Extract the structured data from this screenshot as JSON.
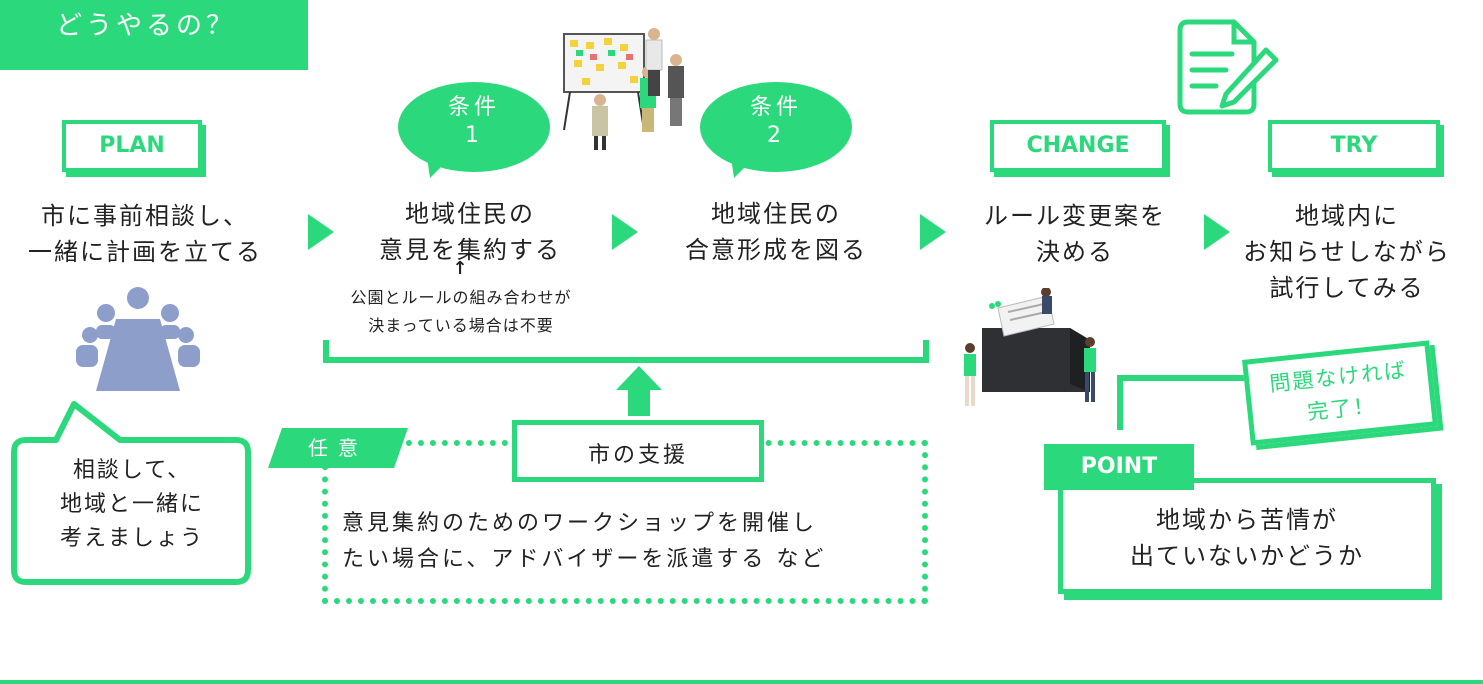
{
  "header": {
    "title": "どうやるの？"
  },
  "plan": {
    "label": "PLAN",
    "line1": "市に事前相談し、",
    "line2": "一緒に計画を立てる"
  },
  "condition1": {
    "bubble_l1": "条件",
    "bubble_l2": "1",
    "line1": "地域住民の",
    "line2": "意見を集約する",
    "up_arrow": "↑",
    "note_l1": "公園とルールの組み合わせが",
    "note_l2": "決まっている場合は不要"
  },
  "condition2": {
    "bubble_l1": "条件",
    "bubble_l2": "2",
    "line1": "地域住民の",
    "line2": "合意形成を図る"
  },
  "change": {
    "label": "CHANGE",
    "line1": "ルール変更案を",
    "line2": "決める"
  },
  "try": {
    "label": "TRY",
    "line1": "地域内に",
    "line2": "お知らせしながら",
    "line3": "試行してみる"
  },
  "speech": {
    "line1": "相談して、",
    "line2": "地域と一緒に",
    "line3": "考えましょう"
  },
  "support": {
    "title": "市の支援",
    "optional_label": "任意",
    "line1": "意見集約のためのワークショップを開催し",
    "line2": "たい場合に、アドバイザーを派遣する など"
  },
  "point": {
    "label": "POINT",
    "line1": "地域から苦情が",
    "line2": "出ていないかどうか",
    "tag_l1": "問題なければ",
    "tag_l2": "完了！"
  },
  "colors": {
    "accent": "#2bd97c",
    "icon_blue": "#8e9ecb"
  }
}
